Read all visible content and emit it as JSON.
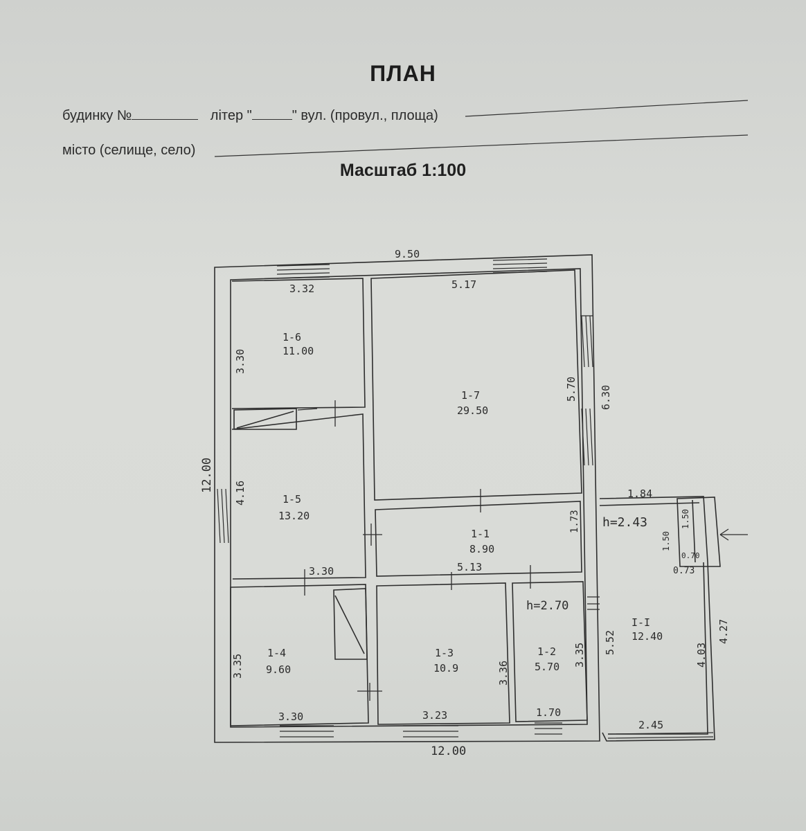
{
  "header": {
    "title": "ПЛАН",
    "house_label": "будинку №",
    "letter_label_a": "літер \"",
    "street_label": "\" вул. (провул., площа)",
    "city_label": "місто (селище, село)",
    "scale": "Масштаб  1:100"
  },
  "plan": {
    "dim_top_overall": "9.50",
    "dim_bottom_overall": "12.00",
    "dim_left_overall": "12.00",
    "dim_right_upper": "6.30",
    "dim_1_6_width": "3.32",
    "dim_1_6_height": "3.30",
    "dim_1_7_width": "5.17",
    "dim_1_7_height": "5.70",
    "dim_1_5_height": "4.16",
    "dim_1_5_bottom": "3.30",
    "dim_1_1_bottom": "5.13",
    "dim_1_1_height": "1.73",
    "dim_1_4_height": "3.35",
    "dim_1_4_bottom": "3.30",
    "dim_1_3_height": "3.36",
    "dim_1_3_bottom": "3.23",
    "dim_1_2_height": "3.35",
    "dim_1_2_bottom": "1.70",
    "dim_porch_top": "1.84",
    "dim_porch_left": "5.52",
    "dim_porch_right_inner": "4.03",
    "dim_porch_right_outer": "4.27",
    "dim_porch_bottom": "2.45",
    "dim_vestibule_left": "1.50",
    "dim_vestibule_right": "1.50",
    "dim_vestibule_inner": "0.70",
    "dim_vestibule_bottom": "0.73",
    "height_main": "h=2.70",
    "height_porch": "h=2.43",
    "rooms": {
      "r16": {
        "id": "1-6",
        "area": "11.00"
      },
      "r17": {
        "id": "1-7",
        "area": "29.50"
      },
      "r15": {
        "id": "1-5",
        "area": "13.20"
      },
      "r11": {
        "id": "1-1",
        "area": "8.90"
      },
      "r14": {
        "id": "1-4",
        "area": "9.60"
      },
      "r13": {
        "id": "1-3",
        "area": "10.9"
      },
      "r12": {
        "id": "1-2",
        "area": "5.70"
      },
      "r1I": {
        "id": "I-I",
        "area": "12.40"
      }
    }
  }
}
